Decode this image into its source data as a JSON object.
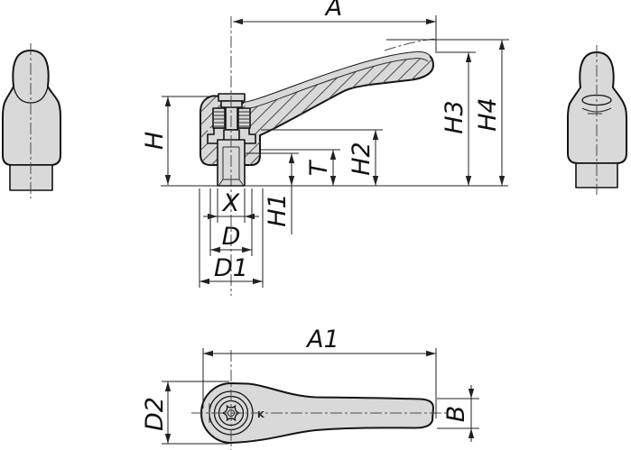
{
  "drawing": {
    "type": "technical-drawing-clamping-lever",
    "labels": {
      "a": "A",
      "h": "H",
      "h1": "H1",
      "h2": "H2",
      "h3": "H3",
      "h4": "H4",
      "t": "T",
      "x": "X",
      "d": "D",
      "d1": "D1",
      "a1": "A1",
      "d2": "D2",
      "b": "B"
    },
    "logo_mark": "K",
    "colors": {
      "background": "#ffffff",
      "part_fill": "#d9d9d9",
      "outline": "#141414",
      "dimension": "#222222",
      "hatch": "#4a4a4a"
    }
  }
}
